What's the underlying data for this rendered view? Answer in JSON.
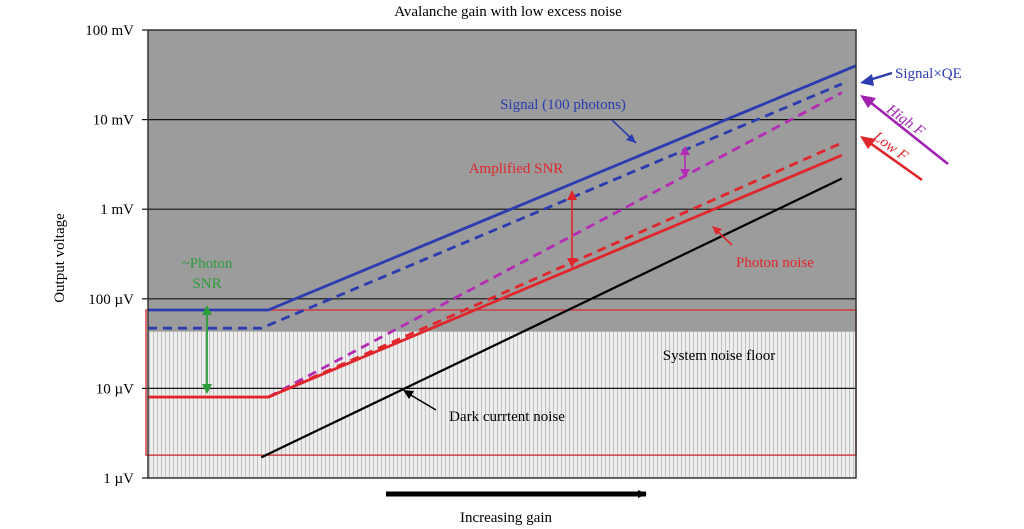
{
  "chart_data": {
    "type": "line",
    "title": "Avalanche gain with low excess noise",
    "xlabel": "Increasing gain",
    "ylabel": "Output voltage",
    "y_scale": "log",
    "ylim_volts": [
      1e-06,
      0.1
    ],
    "yticks": [
      {
        "label": "100 mV",
        "value": 0.1
      },
      {
        "label": "10 mV",
        "value": 0.01
      },
      {
        "label": "1 mV",
        "value": 0.001
      },
      {
        "label": "100 µV",
        "value": 0.0001
      },
      {
        "label": "10 µV",
        "value": 1e-05
      },
      {
        "label": "1 µV",
        "value": 1e-06
      }
    ],
    "x_scale": "gain (unlabeled, increasing to the right)",
    "xlim": [
      0,
      1
    ],
    "grid": "horizontal lines at each decade",
    "noise_floor_region": {
      "label": "System noise floor",
      "from": 1.8e-06,
      "to": 7.5e-05
    },
    "series": [
      {
        "key": "signal",
        "color": "#2b3bb0",
        "style": "solid",
        "x": [
          0,
          0.17,
          1
        ],
        "y": [
          7.5e-05,
          7.5e-05,
          0.04
        ]
      },
      {
        "key": "signal_qe",
        "color": "#2b3bb0",
        "style": "dashed",
        "x": [
          0,
          0.16,
          0.98
        ],
        "y": [
          4.7e-05,
          4.7e-05,
          0.025
        ]
      },
      {
        "key": "high_f",
        "color": "#b52bb5",
        "style": "dashed",
        "x": [
          0.17,
          0.98
        ],
        "y": [
          8e-06,
          0.02
        ]
      },
      {
        "key": "low_f",
        "color": "#e0262b",
        "style": "dashed",
        "x": [
          0.17,
          0.98
        ],
        "y": [
          8e-06,
          0.0055
        ]
      },
      {
        "key": "photon_noise",
        "color": "#e0262b",
        "style": "solid",
        "x": [
          0,
          0.17,
          0.98
        ],
        "y": [
          8e-06,
          8e-06,
          0.004
        ]
      },
      {
        "key": "dark_current",
        "color": "#000000",
        "style": "solid",
        "x": [
          0.16,
          0.98
        ],
        "y": [
          1.7e-06,
          0.0022
        ]
      }
    ],
    "annotations": [
      {
        "key": "signal_100_photons",
        "text": "Signal (100 photons)",
        "color": "#2b3bb0"
      },
      {
        "key": "signal_qe",
        "text": "Signal×QE",
        "color": "#2b3bb0"
      },
      {
        "key": "high_f",
        "text": "High F",
        "color": "#a020b0"
      },
      {
        "key": "low_f",
        "text": "Low F",
        "color": "#e0262b"
      },
      {
        "key": "amplified_snr",
        "text": "Amplified SNR",
        "color": "#e0262b"
      },
      {
        "key": "photon_snr",
        "text": "~Photon SNR",
        "color": "#2a9d3a"
      },
      {
        "key": "photon_noise",
        "text": "Photon noise",
        "color": "#e0262b"
      },
      {
        "key": "dark_current",
        "text": "Dark currtent noise",
        "color": "#000000"
      },
      {
        "key": "noise_floor",
        "text": "System noise floor",
        "color": "#000000"
      }
    ],
    "colors": {
      "plot_background": "#9c9c9c",
      "noise_floor_fill": "#e6e6e6",
      "noise_floor_border": "#d0343c",
      "gain_arrow": "#000000"
    }
  }
}
